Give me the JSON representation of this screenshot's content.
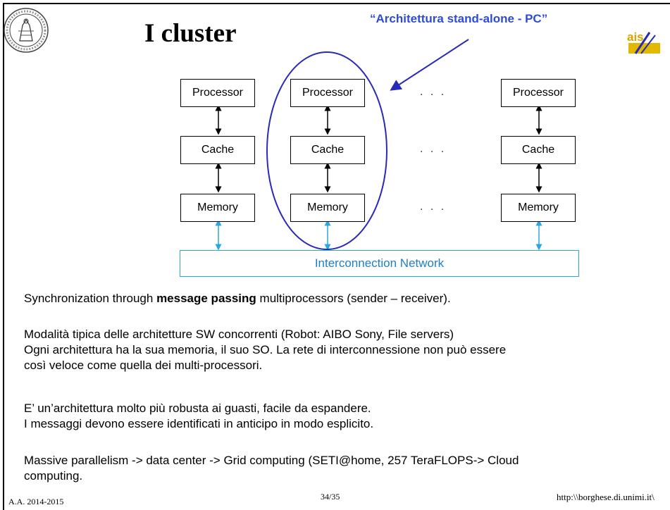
{
  "header": {
    "title": "I cluster",
    "callout": "“Architettura stand-alone - PC”",
    "logo_text": "ais"
  },
  "diagram": {
    "columns": [
      {
        "processor": "Processor",
        "cache": "Cache",
        "memory": "Memory"
      },
      {
        "processor": "Processor",
        "cache": "Cache",
        "memory": "Memory"
      },
      {
        "processor": "Processor",
        "cache": "Cache",
        "memory": "Memory"
      }
    ],
    "ellipsis": ". . .",
    "network_label": "Interconnection Network",
    "colors": {
      "callout": "#2e4bd6",
      "network": "#29a8df",
      "ellipse": "#2a2ab8"
    }
  },
  "body": {
    "p1_pre": "Synchronization through ",
    "p1_bold": "message passing",
    "p1_post": " multiprocessors (sender – receiver).",
    "p2_l1": "Modalità tipica delle architetture SW concorrenti (Robot: AIBO Sony, File servers)",
    "p2_l2": "Ogni architettura ha la sua memoria, il suo SO. La rete di interconnessione non può essere",
    "p2_l3": "così veloce come quella dei multi-processori.",
    "p3_l1": "E’ un’architettura molto più robusta ai guasti, facile da espandere.",
    "p3_l2": "I messaggi devono essere identificati in anticipo in modo esplicito.",
    "p4_l1": "Massive parallelism -> data center -> Grid computing (SETI@home, 257 TeraFLOPS-> Cloud",
    "p4_l2": "computing."
  },
  "footer": {
    "left": "A.A. 2014-2015",
    "center": "34/35",
    "right": "http:\\\\borghese.di.unimi.it\\"
  }
}
